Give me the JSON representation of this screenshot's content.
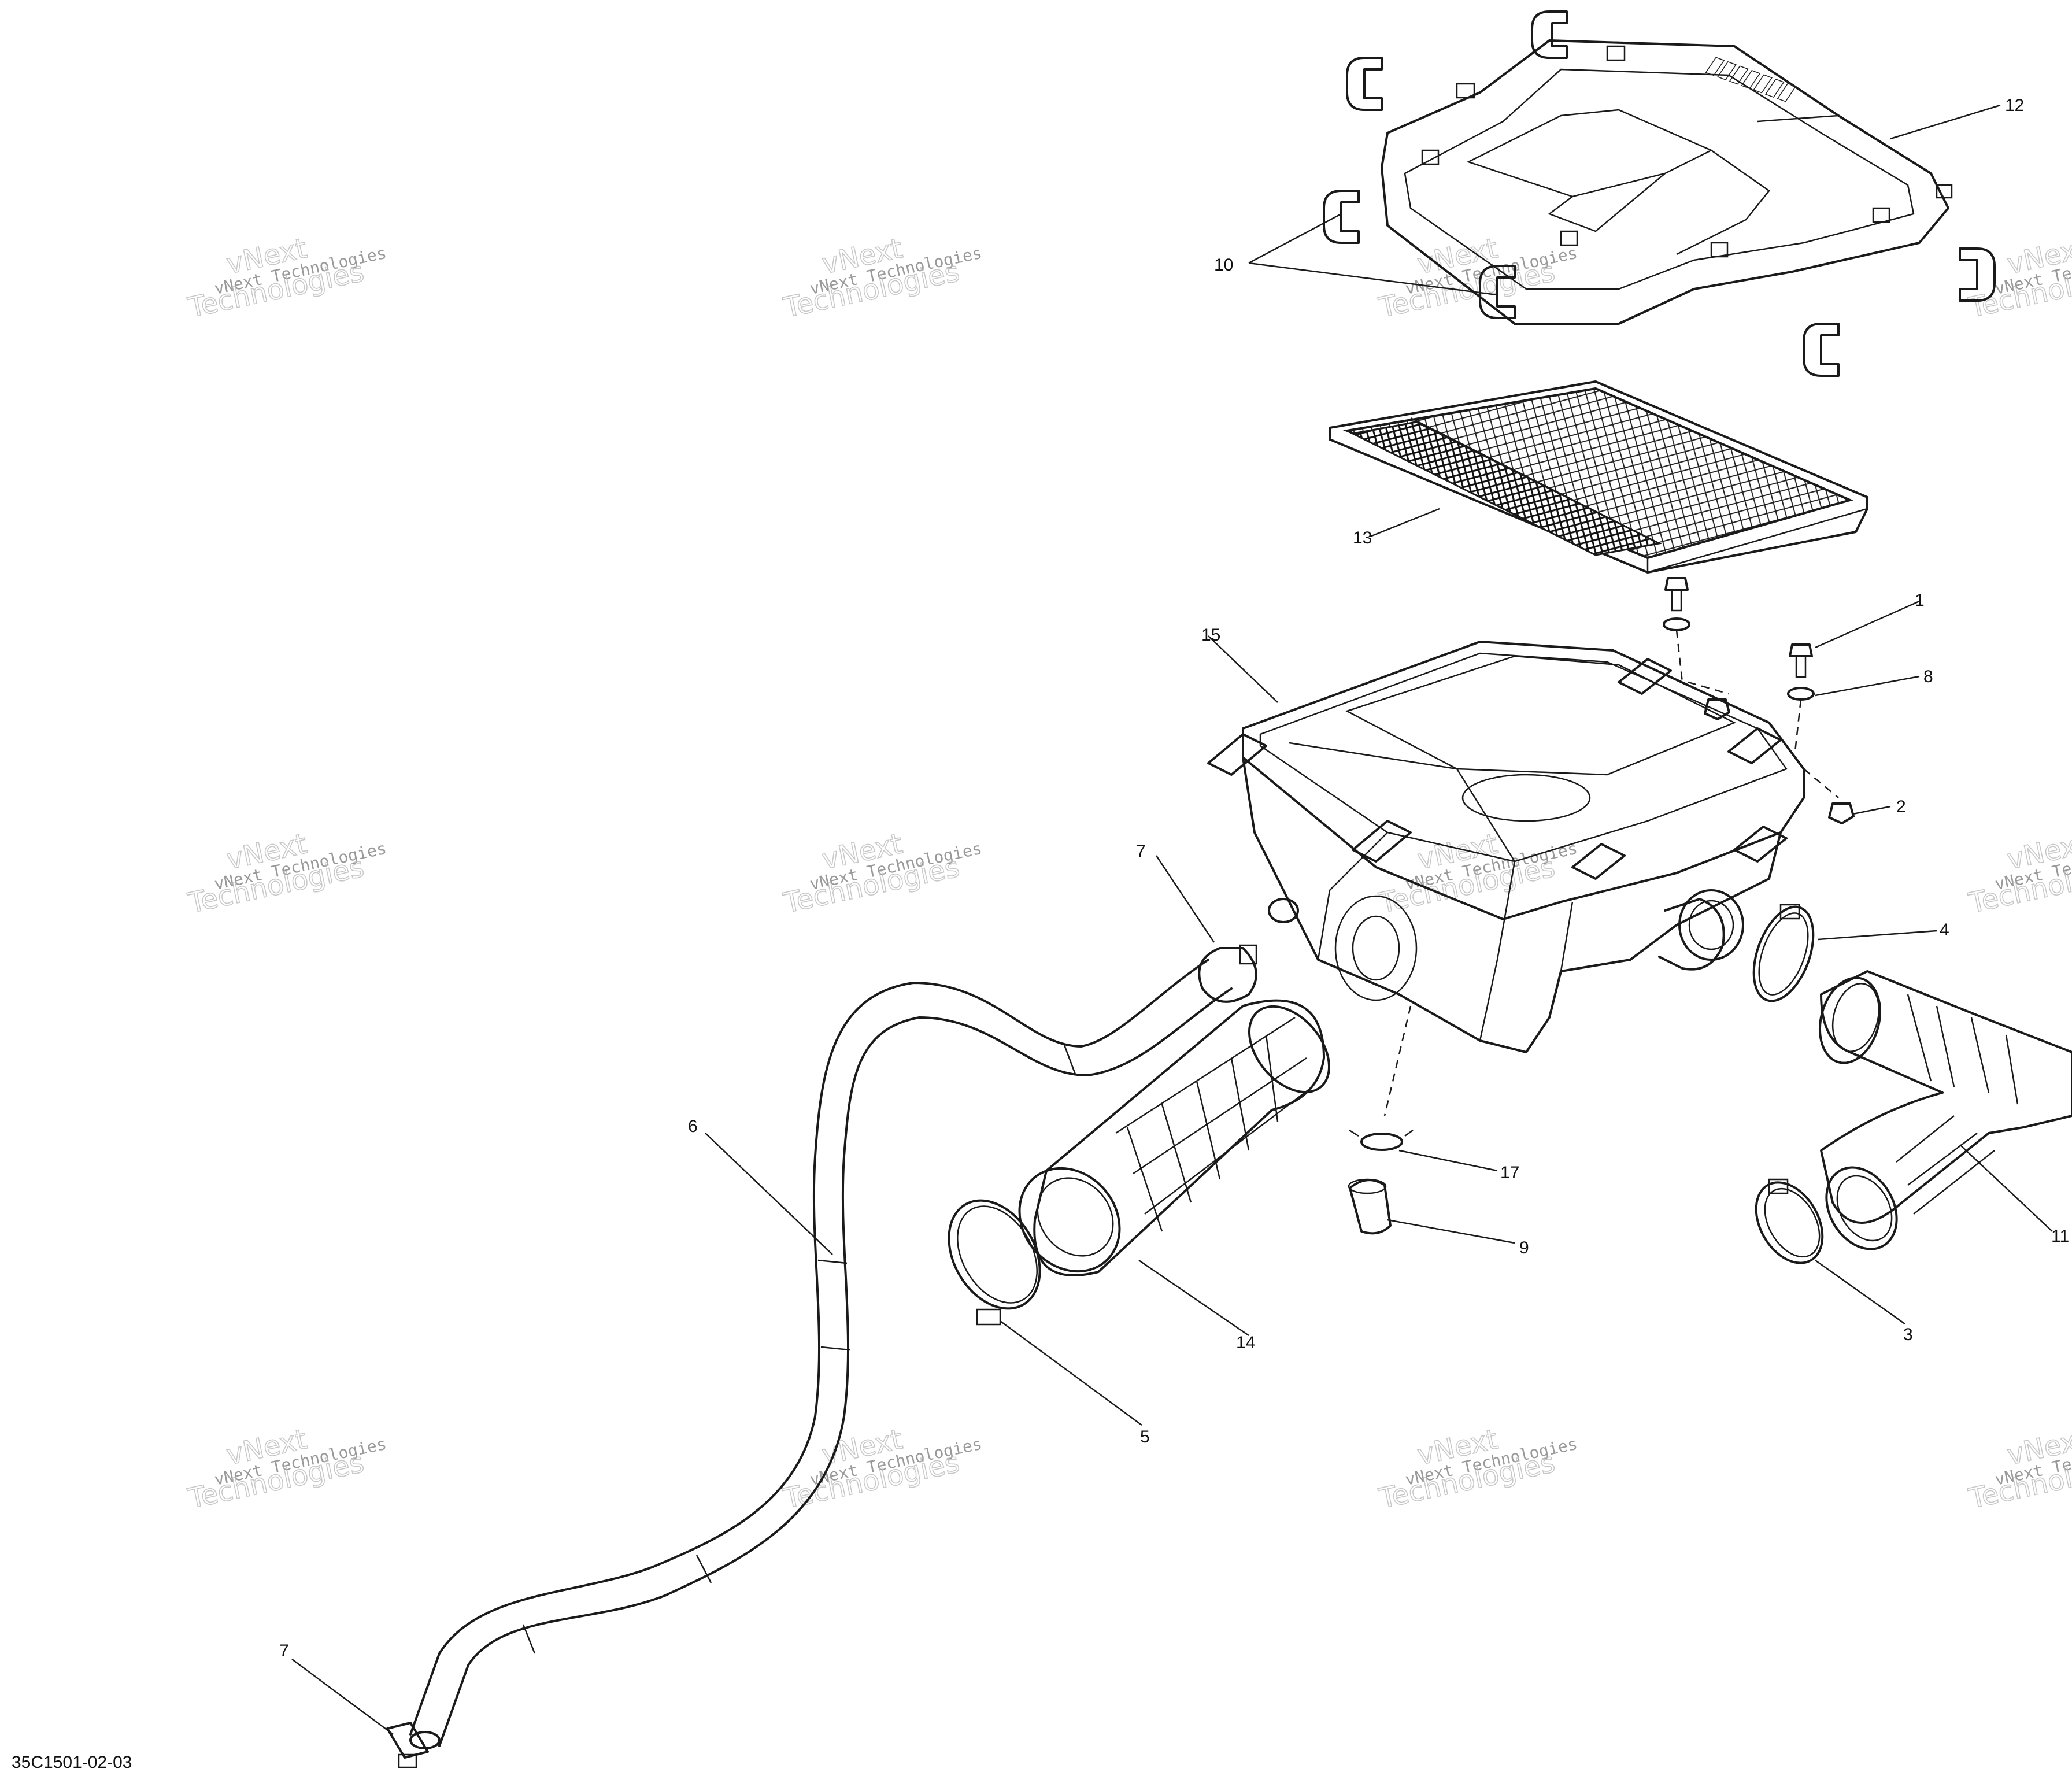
{
  "diagram": {
    "reference_code": "35C1501-02-03",
    "watermark": {
      "small_text": "vNext Technologies",
      "large_line1": "vNext",
      "large_line2": "Technologies"
    },
    "callouts": {
      "c1": "1",
      "c2": "2",
      "c3": "3",
      "c4": "4",
      "c5": "5",
      "c6": "6",
      "c7a": "7",
      "c7b": "7",
      "c8": "8",
      "c9": "9",
      "c10": "10",
      "c11": "11",
      "c12": "12",
      "c13": "13",
      "c14": "14",
      "c15": "15",
      "c17": "17"
    }
  }
}
